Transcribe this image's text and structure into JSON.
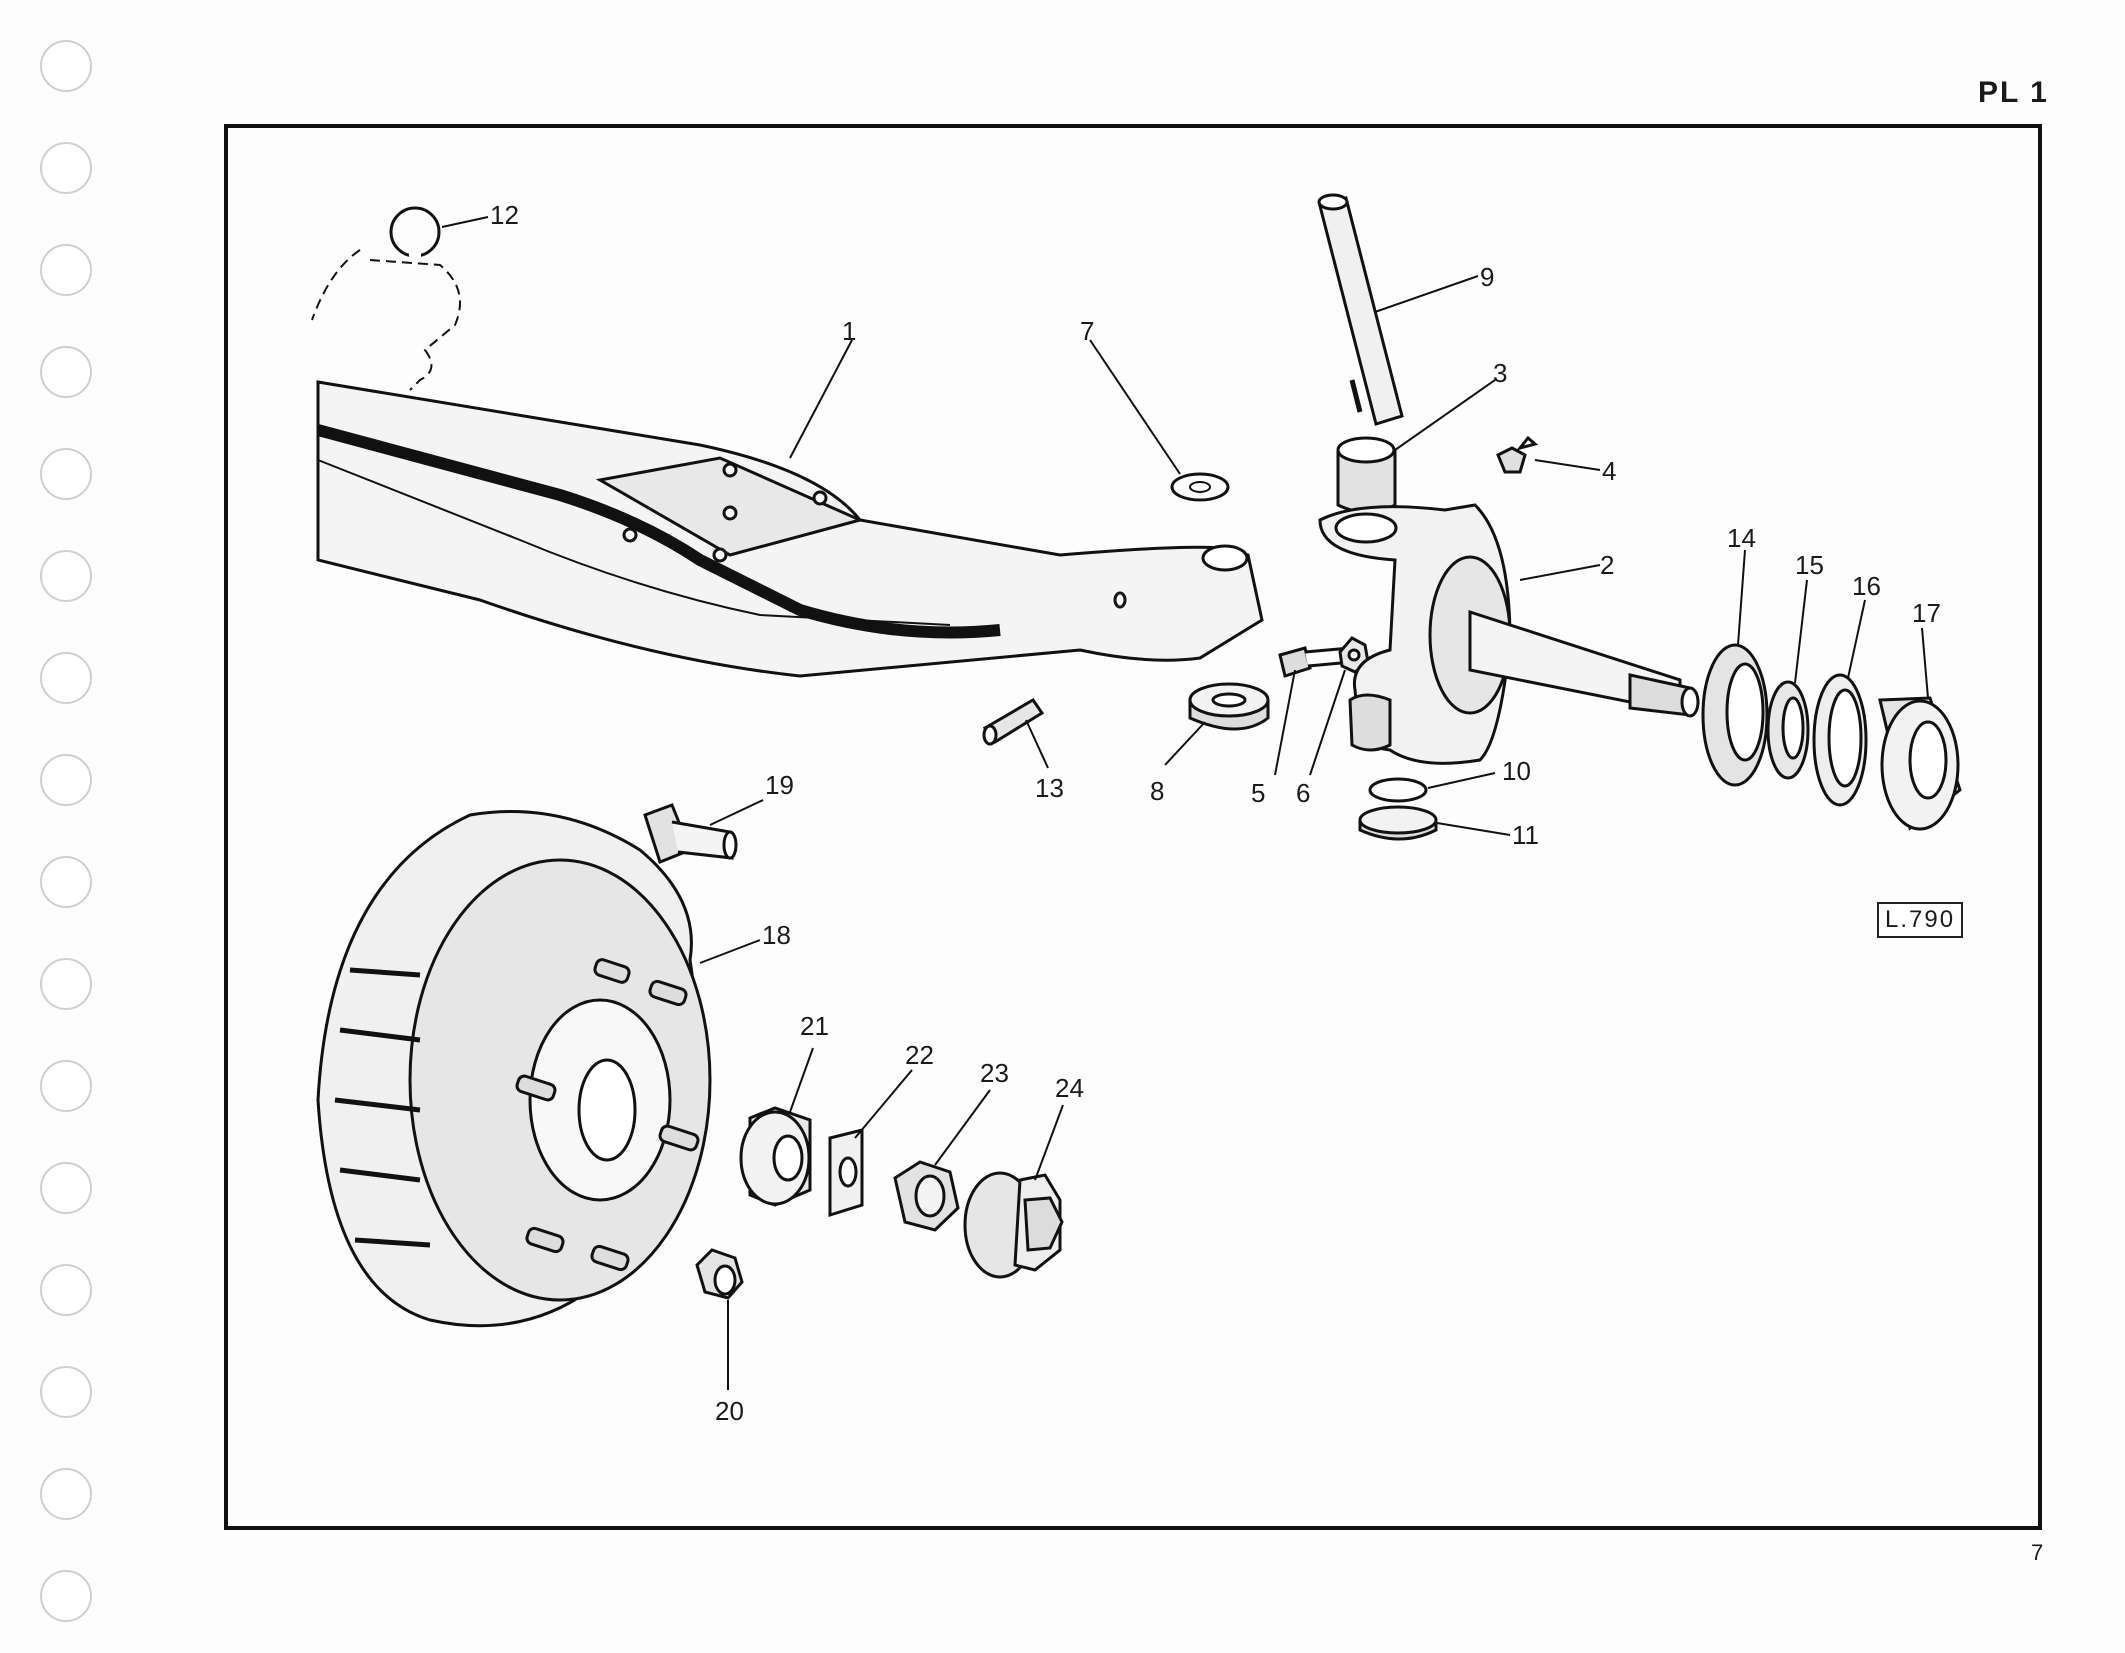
{
  "header": {
    "plate_ref": "PL 1"
  },
  "footer": {
    "page_number": "7"
  },
  "diagram": {
    "figure_code": "L.790",
    "callouts": [
      "1",
      "2",
      "3",
      "4",
      "5",
      "6",
      "7",
      "8",
      "9",
      "10",
      "11",
      "12",
      "13",
      "14",
      "15",
      "16",
      "17",
      "18",
      "19",
      "20",
      "21",
      "22",
      "23",
      "24"
    ]
  }
}
